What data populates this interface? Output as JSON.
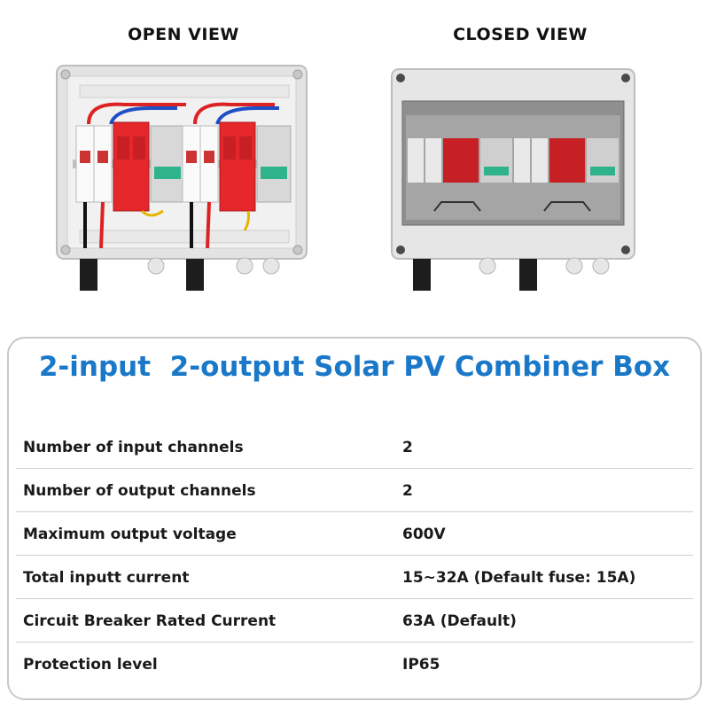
{
  "views": {
    "open_label": "OPEN VIEW",
    "closed_label": "CLOSED VIEW"
  },
  "spec": {
    "title": "2-input  2-output Solar PV Combiner Box",
    "rows": [
      {
        "label": "Number of input channels",
        "value": "2"
      },
      {
        "label": "Number of output channels",
        "value": "2"
      },
      {
        "label": "Maximum output voltage",
        "value": "600V"
      },
      {
        "label": "Total inputt current",
        "value": "15~32A (Default fuse: 15A)"
      },
      {
        "label": "Circuit Breaker Rated Current",
        "value": "63A (Default)"
      },
      {
        "label": "Protection level",
        "value": "IP65"
      }
    ]
  },
  "colors": {
    "title_blue": "#1a78c8",
    "surge_red": "#e5262b",
    "breaker_green": "#2fb38a",
    "wire_blue": "#1f4fc7",
    "enclosure_grey": "#d9dadc"
  }
}
